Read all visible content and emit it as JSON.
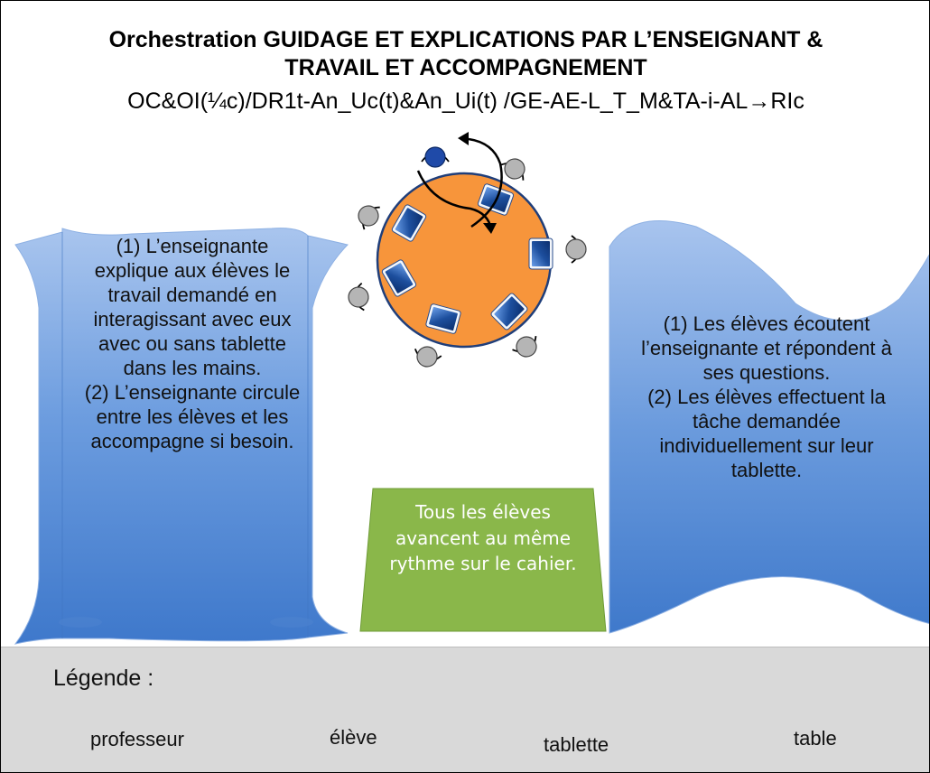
{
  "title": {
    "line1": "Orchestration GUIDAGE ET EXPLICATIONS PAR L’ENSEIGNANT &",
    "line2": "TRAVAIL ET ACCOMPAGNEMENT",
    "code": "OC&OI(¼c)/DR1t-An_Uc(t)&An_Ui(t) /GE-AE-L_T_M&TA-i-AL→RIc"
  },
  "left_panel": {
    "item1": "(1)  L’enseignante explique aux élèves le travail demandé en interagissant avec eux avec ou sans tablette dans les mains.",
    "item2": "(2)  L’enseignante circule entre les élèves et les accompagne si besoin."
  },
  "right_panel": {
    "item1": "(1)  Les élèves écoutent l’enseignante et répondent à ses questions.",
    "item2": "(2)  Les élèves effectuent la tâche demandée individuellement sur leur tablette."
  },
  "center_note": "Tous les élèves avancent au même rythme sur le cahier.",
  "legend": {
    "title": "Légende :",
    "items": [
      {
        "label": "professeur",
        "icon": "teacher-icon"
      },
      {
        "label": "élève",
        "icon": "student-icon"
      },
      {
        "label": "tablette",
        "icon": "tablet-icon"
      },
      {
        "label": "table",
        "icon": "table-icon"
      }
    ]
  },
  "colors": {
    "panel_blue": "#5b8fd5",
    "table_orange": "#f7953b",
    "note_green": "#8ab74a",
    "teacher_blue": "#1f4aa8",
    "student_gray": "#b3b3b3",
    "tablet_blue": "#1f56a8",
    "legend_bg": "#d9d9d9"
  }
}
